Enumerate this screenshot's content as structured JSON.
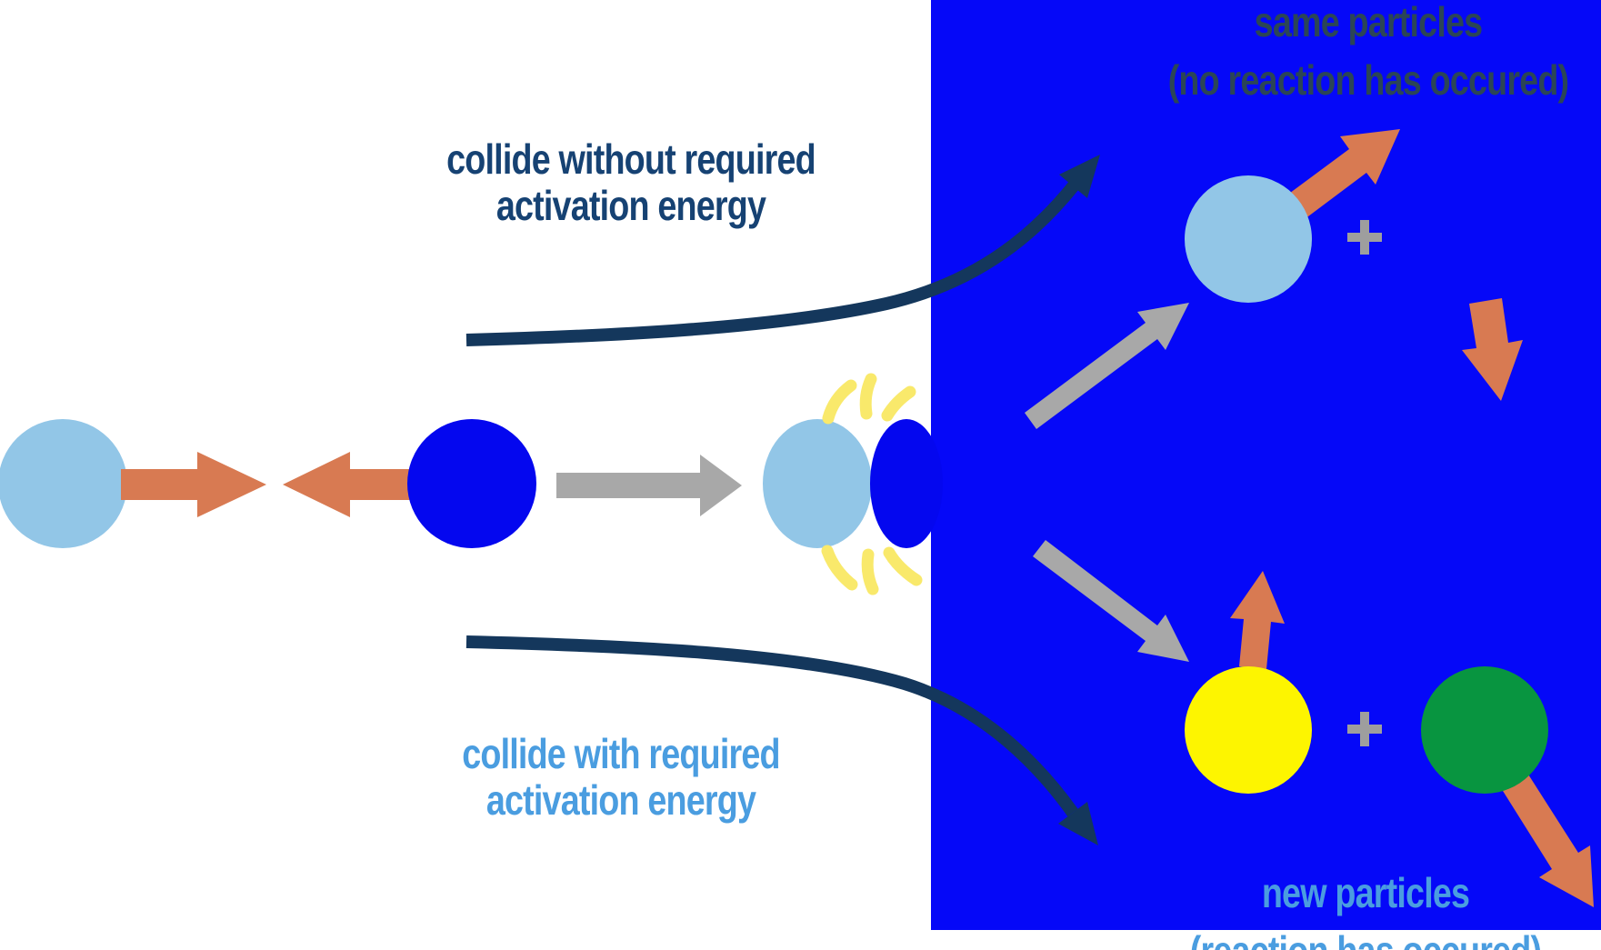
{
  "diagram": {
    "labels": {
      "collide_without": {
        "line1": "collide without required",
        "line2": "activation energy"
      },
      "collide_with": {
        "line1": "collide with required",
        "line2": "activation energy"
      },
      "same_particles": {
        "line1": "same particles",
        "line2": "(no reaction has occured)"
      },
      "new_particles": {
        "line1": "new particles",
        "line2": "(reaction has occured)"
      },
      "plus": "+"
    },
    "colors": {
      "canvas_white": "#ffffff",
      "reaction_zone_blue": "#0508f8",
      "particle_dark_blue": "#0407ef",
      "particle_light_blue": "#92c6e7",
      "particle_yellow": "#fdf500",
      "particle_green": "#089540",
      "arrow_orange": "#d87a52",
      "arrow_gray": "#a8a8a8",
      "arrow_navy": "#14375c",
      "spark_yellow": "#f9e96b",
      "plus_gray": "#9e9e9e",
      "text_navy": "#164273",
      "text_dark_slate": "#2b4556",
      "text_light_blue": "#4a9de0"
    }
  }
}
